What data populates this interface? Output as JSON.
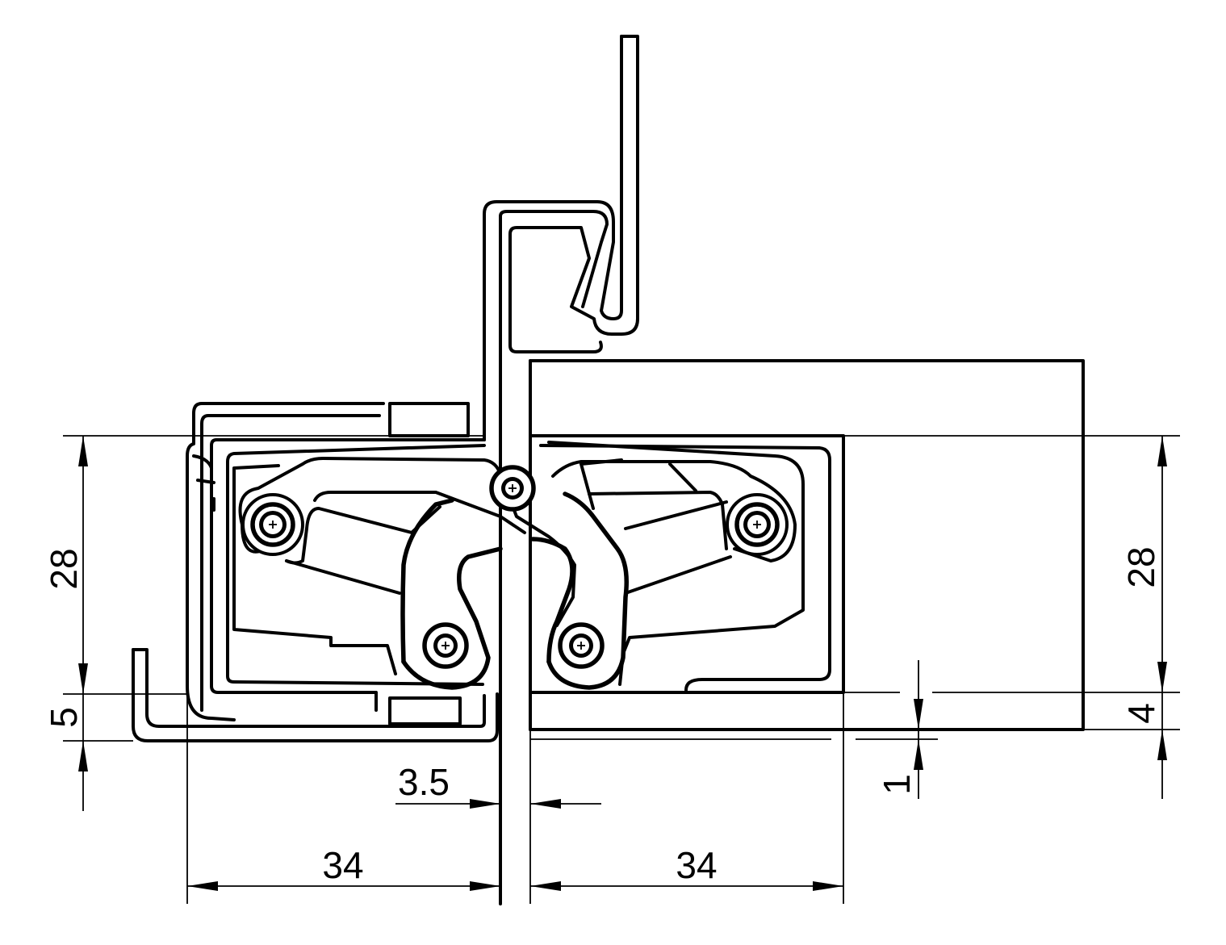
{
  "dimensions": {
    "left_height": "28",
    "left_bottom_offset": "5",
    "right_height": "28",
    "right_bottom_offset": "4",
    "right_gap": "1",
    "gap_width": "3.5",
    "left_width": "34",
    "right_width": "34"
  }
}
